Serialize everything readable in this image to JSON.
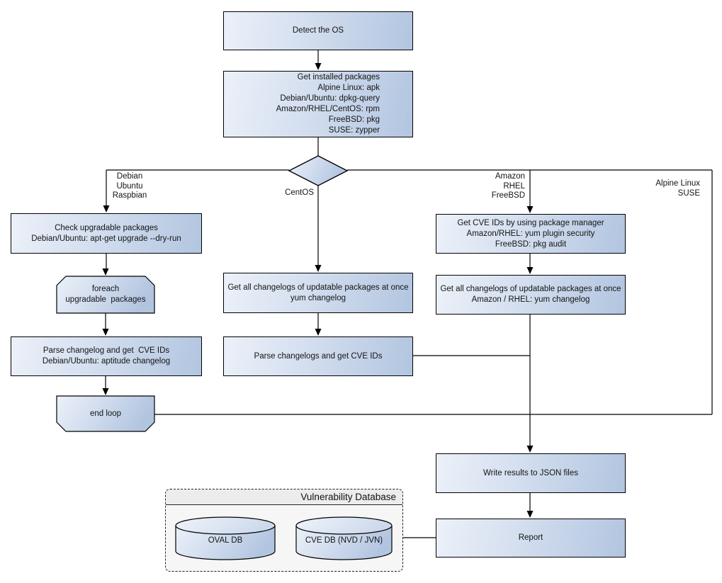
{
  "diagram": {
    "nodes": {
      "detect_os": {
        "label": "Detect the OS"
      },
      "get_installed": {
        "label": "Get installed packages\nAlpine Linux: apk\nDebian/Ubuntu: dpkg-query\nAmazon/RHEL/CentOS: rpm\nFreeBSD: pkg\nSUSE: zypper"
      },
      "check_upgradable": {
        "label": "Check upgradable packages\nDebian/Ubuntu: apt-get upgrade --dry-run"
      },
      "foreach_loop": {
        "label": "foreach\nupgradable  packages"
      },
      "parse_changelog_left": {
        "label": "Parse changelog and get  CVE IDs\nDebian/Ubuntu: aptitude changelog"
      },
      "end_loop": {
        "label": "end loop"
      },
      "get_changelogs_centos": {
        "label": "Get all changelogs of updatable packages at once\nyum changelog"
      },
      "parse_changelogs_centos": {
        "label": "Parse changelogs and get CVE IDs"
      },
      "get_cve_ids_pkg_mgr": {
        "label": "Get CVE IDs by using package manager\nAmazon/RHEL: yum plugin security\nFreeBSD: pkg audit"
      },
      "get_changelogs_amazon": {
        "label": "Get all changelogs of updatable packages at once\nAmazon / RHEL: yum changelog"
      },
      "write_results": {
        "label": "Write results to JSON files"
      },
      "report": {
        "label": "Report"
      }
    },
    "edge_labels": {
      "debian_branch": "Debian\nUbuntu\nRaspbian",
      "centos_branch": "CentOS",
      "amazon_branch": "Amazon\nRHEL\nFreeBSD",
      "alpine_branch": "Alpine Linux\nSUSE"
    },
    "database_group": {
      "title": "Vulnerability Database",
      "cylinders": {
        "oval_db": "OVAL DB",
        "cve_db": "CVE DB (NVD / JVN)"
      }
    },
    "colors": {
      "node_fill_light": "#ecf1f9",
      "node_fill_dark": "#b2c5e0",
      "node_border": "#000000",
      "group_fill": "#f6f6f6",
      "group_title_fill": "#ececec",
      "line": "#000000",
      "background": "#ffffff"
    }
  }
}
